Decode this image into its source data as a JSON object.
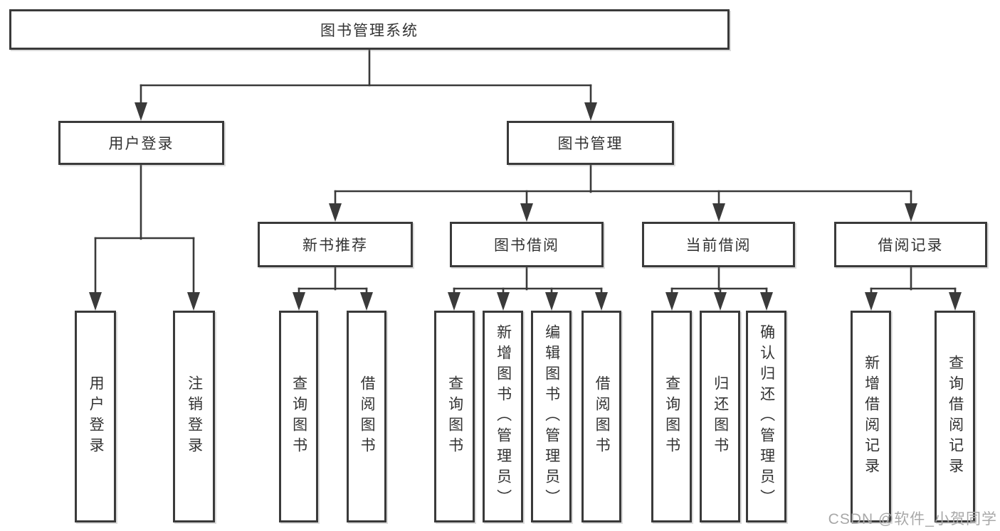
{
  "diagram": {
    "type": "hierarchy",
    "tree": {
      "label": "图书管理系统",
      "children": [
        {
          "label": "用户登录",
          "children": [
            {
              "label": "用户登录"
            },
            {
              "label": "注销登录"
            }
          ]
        },
        {
          "label": "图书管理",
          "children": [
            {
              "label": "新书推荐",
              "children": [
                {
                  "label": "查询图书"
                },
                {
                  "label": "借阅图书"
                }
              ]
            },
            {
              "label": "图书借阅",
              "children": [
                {
                  "label": "查询图书"
                },
                {
                  "label": "新增图书（管理员）"
                },
                {
                  "label": "编辑图书（管理员）"
                },
                {
                  "label": "借阅图书"
                }
              ]
            },
            {
              "label": "当前借阅",
              "children": [
                {
                  "label": "查询图书"
                },
                {
                  "label": "归还图书"
                },
                {
                  "label": "确认归还（管理员）"
                }
              ]
            },
            {
              "label": "借阅记录",
              "children": [
                {
                  "label": "新增借阅记录"
                },
                {
                  "label": "查询借阅记录"
                }
              ]
            }
          ]
        }
      ]
    }
  },
  "watermark": {
    "text": "CSDN @软件_小贺同学"
  },
  "colors": {
    "line": "#3a3a3a",
    "box_border": "#3a3a3a",
    "box_fill": "#ffffff",
    "text": "#333333",
    "watermark": "#a8a8a8",
    "background": "#ffffff"
  }
}
